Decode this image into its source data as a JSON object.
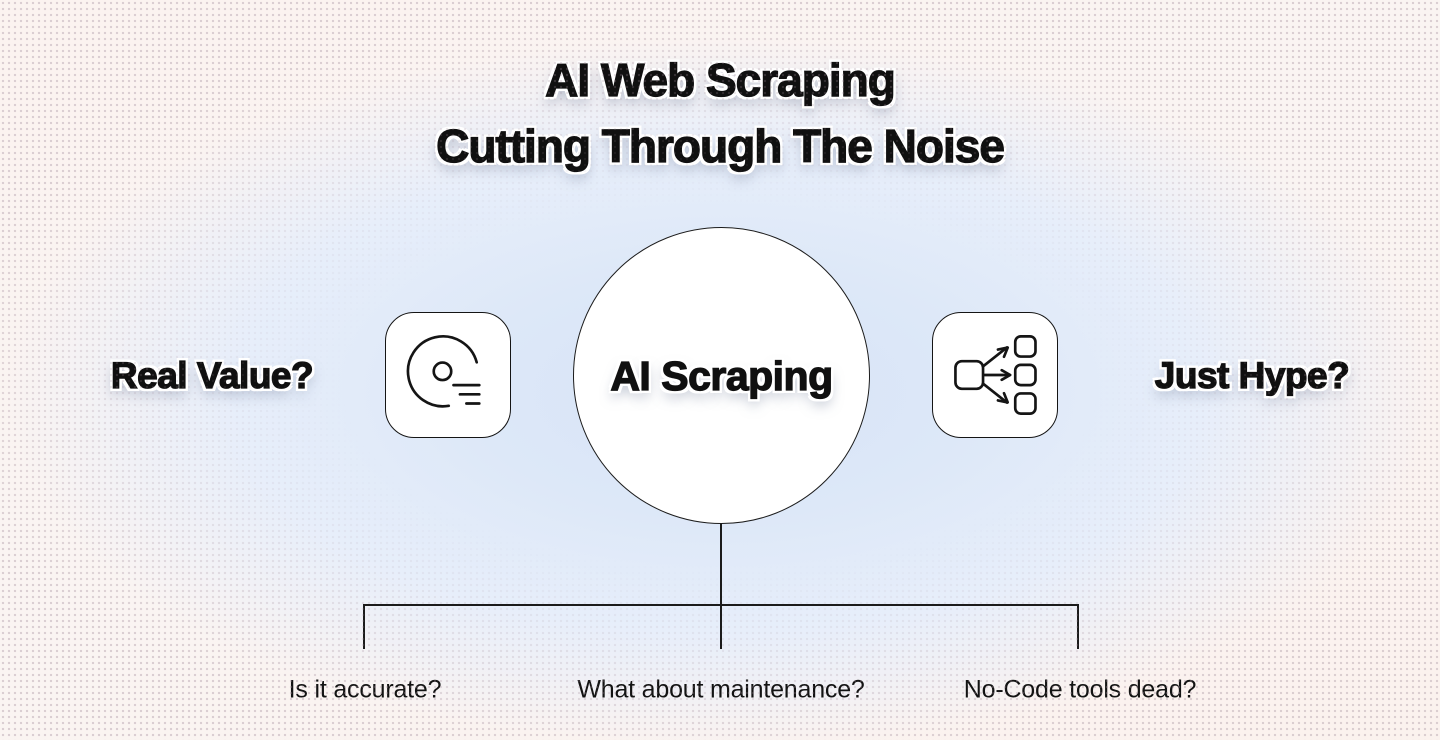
{
  "title": {
    "line1": "AI Web Scraping",
    "line2": "Cutting Through The Noise"
  },
  "diagram": {
    "center_label": "AI Scraping",
    "left_question": "Real Value?",
    "right_question": "Just Hype?",
    "branch_questions": [
      "Is it accurate?",
      "What about maintenance?",
      "No-Code tools dead?"
    ]
  },
  "icons": {
    "left": "disc-data-icon",
    "right": "fan-out-icon"
  },
  "colors": {
    "ink": "#1c1c1c",
    "node_fill": "#ffffff",
    "background_center_blue": "#d7e3f6",
    "background_corner_pink": "#fbf2ee"
  }
}
